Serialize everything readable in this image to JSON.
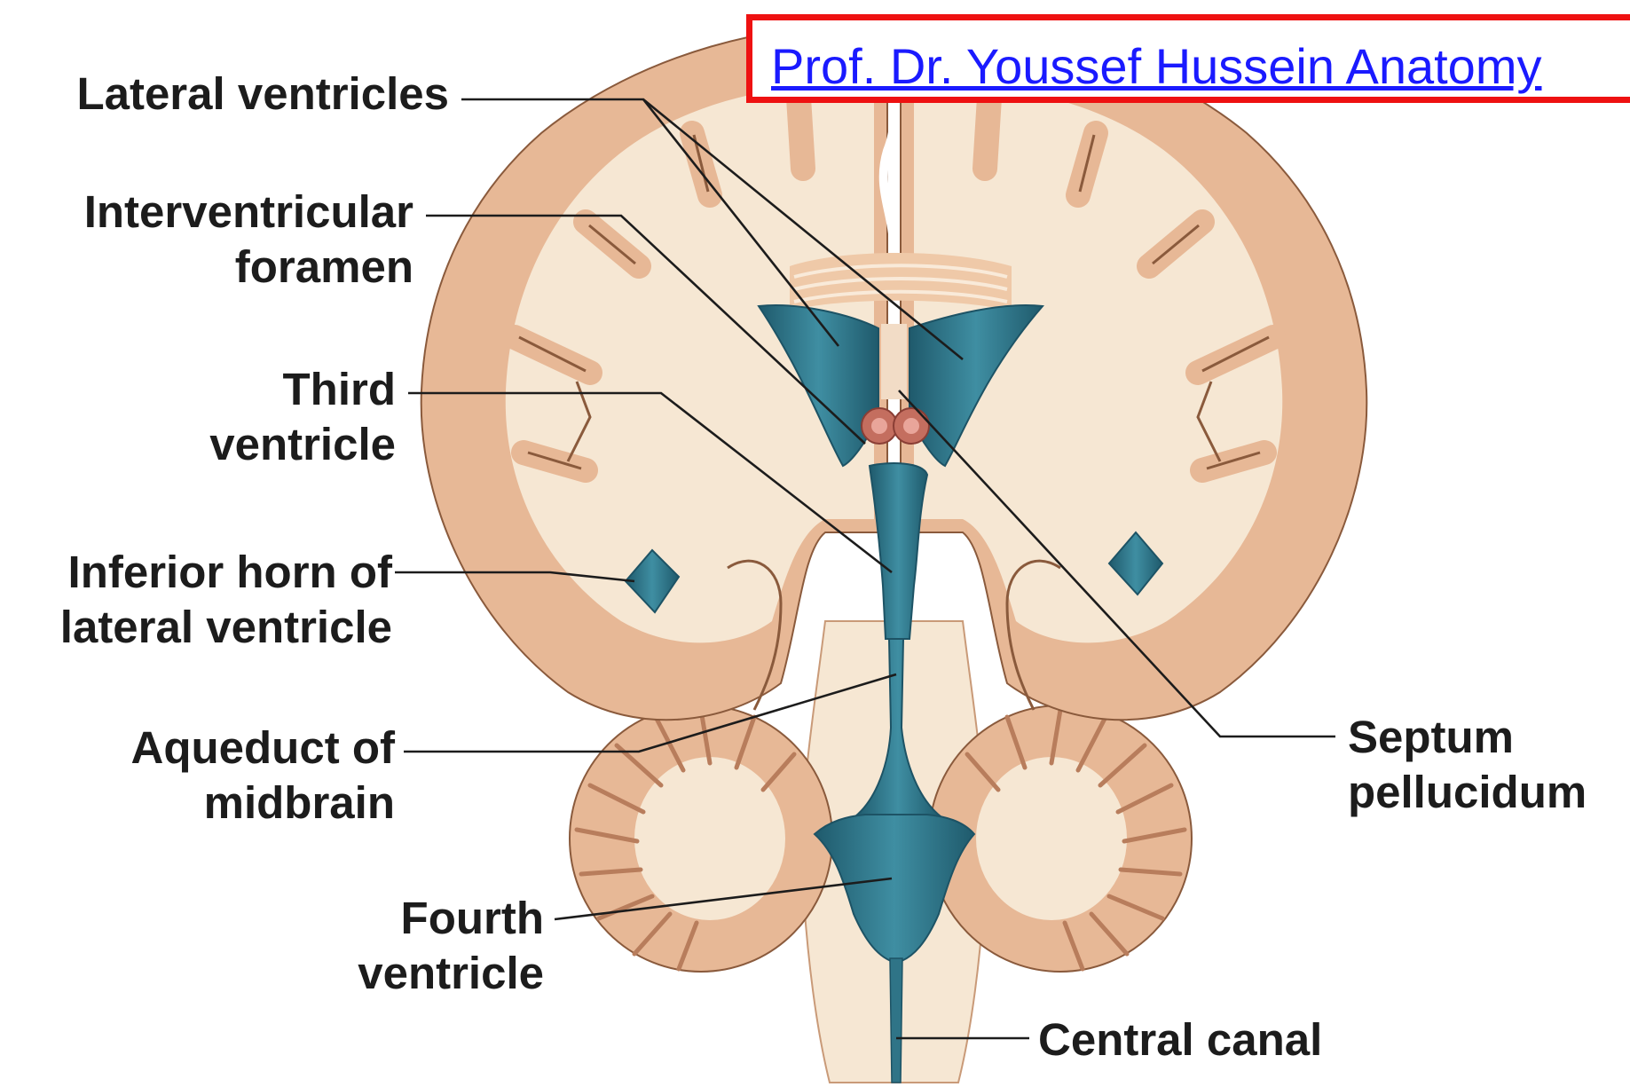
{
  "watermark": {
    "text": "Prof. Dr. Youssef Hussein Anatomy"
  },
  "labels": {
    "lateral_ventricles": [
      "Lateral ventricles"
    ],
    "interventricular_foramen": [
      "Interventricular",
      "foramen"
    ],
    "third_ventricle": [
      "Third",
      "ventricle"
    ],
    "inferior_horn": [
      "Inferior horn of",
      "lateral ventricle"
    ],
    "aqueduct": [
      "Aqueduct of",
      "midbrain"
    ],
    "fourth_ventricle": [
      "Fourth",
      "ventricle"
    ],
    "central_canal": [
      "Central canal"
    ],
    "septum_pellucidum": [
      "Septum",
      "pellucidum"
    ]
  },
  "colors": {
    "gray_matter": "#e7b896",
    "white_matter": "#f6e7d3",
    "ventricle": "#2f7487",
    "ventricle_dark": "#1d5365",
    "outline": "#8a5a3c",
    "leader_line": "#1c1c1c",
    "watermark_border": "#ee1111",
    "watermark_text": "#1a1aff"
  }
}
